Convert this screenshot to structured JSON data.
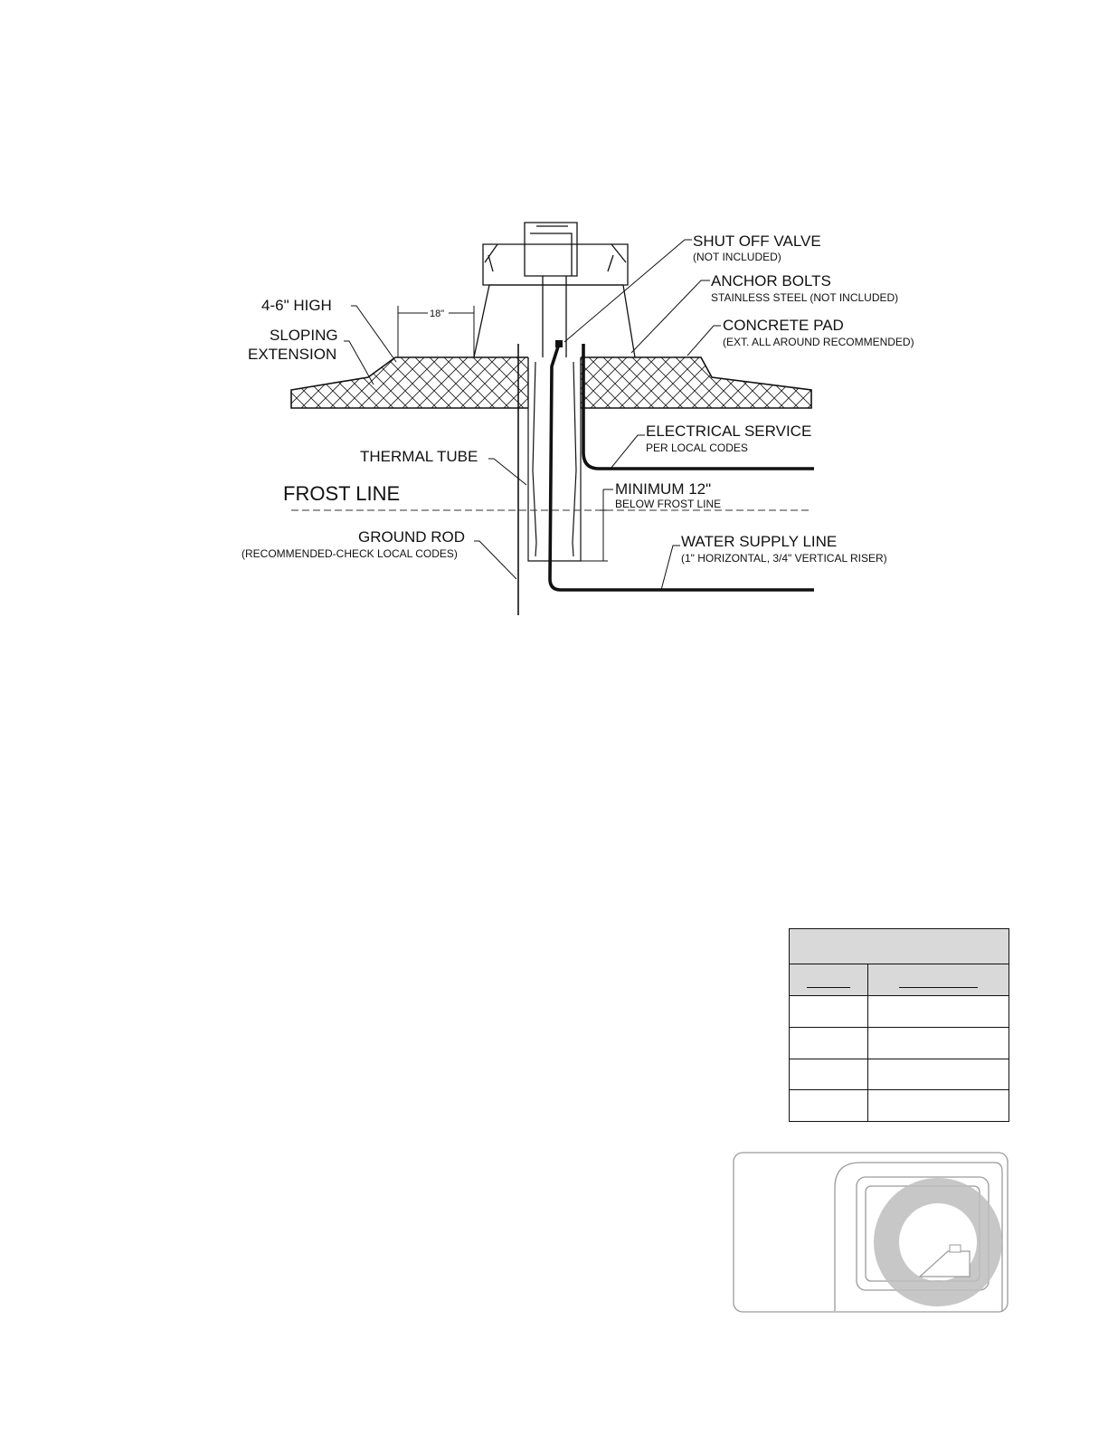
{
  "labels": {
    "shut_off_valve": "SHUT OFF VALVE",
    "shut_off_valve_note": "(NOT INCLUDED)",
    "anchor_bolts": "ANCHOR BOLTS",
    "anchor_bolts_note": "STAINLESS STEEL (NOT INCLUDED)",
    "concrete_pad": "CONCRETE PAD",
    "concrete_pad_note": "(EXT. ALL AROUND RECOMMENDED)",
    "high": "4-6\" HIGH",
    "dimension_18": "18\"",
    "sloping": "SLOPING",
    "extension": "EXTENSION",
    "electrical_service": "ELECTRICAL SERVICE",
    "electrical_service_note": "PER LOCAL CODES",
    "thermal_tube": "THERMAL TUBE",
    "frost_line": "FROST LINE",
    "minimum": "MINIMUM 12\"",
    "minimum_note": "BELOW FROST LINE",
    "ground_rod": "GROUND ROD",
    "ground_rod_note": "(RECOMMENDED-CHECK LOCAL CODES)",
    "water_supply": "WATER SUPPLY LINE",
    "water_supply_note": "(1\" HORIZONTAL, 3/4\" VERTICAL RISER)"
  },
  "colors": {
    "line": "#111111",
    "table_header": "#d9d9d9",
    "icon_ring": "#bdbdbd"
  }
}
